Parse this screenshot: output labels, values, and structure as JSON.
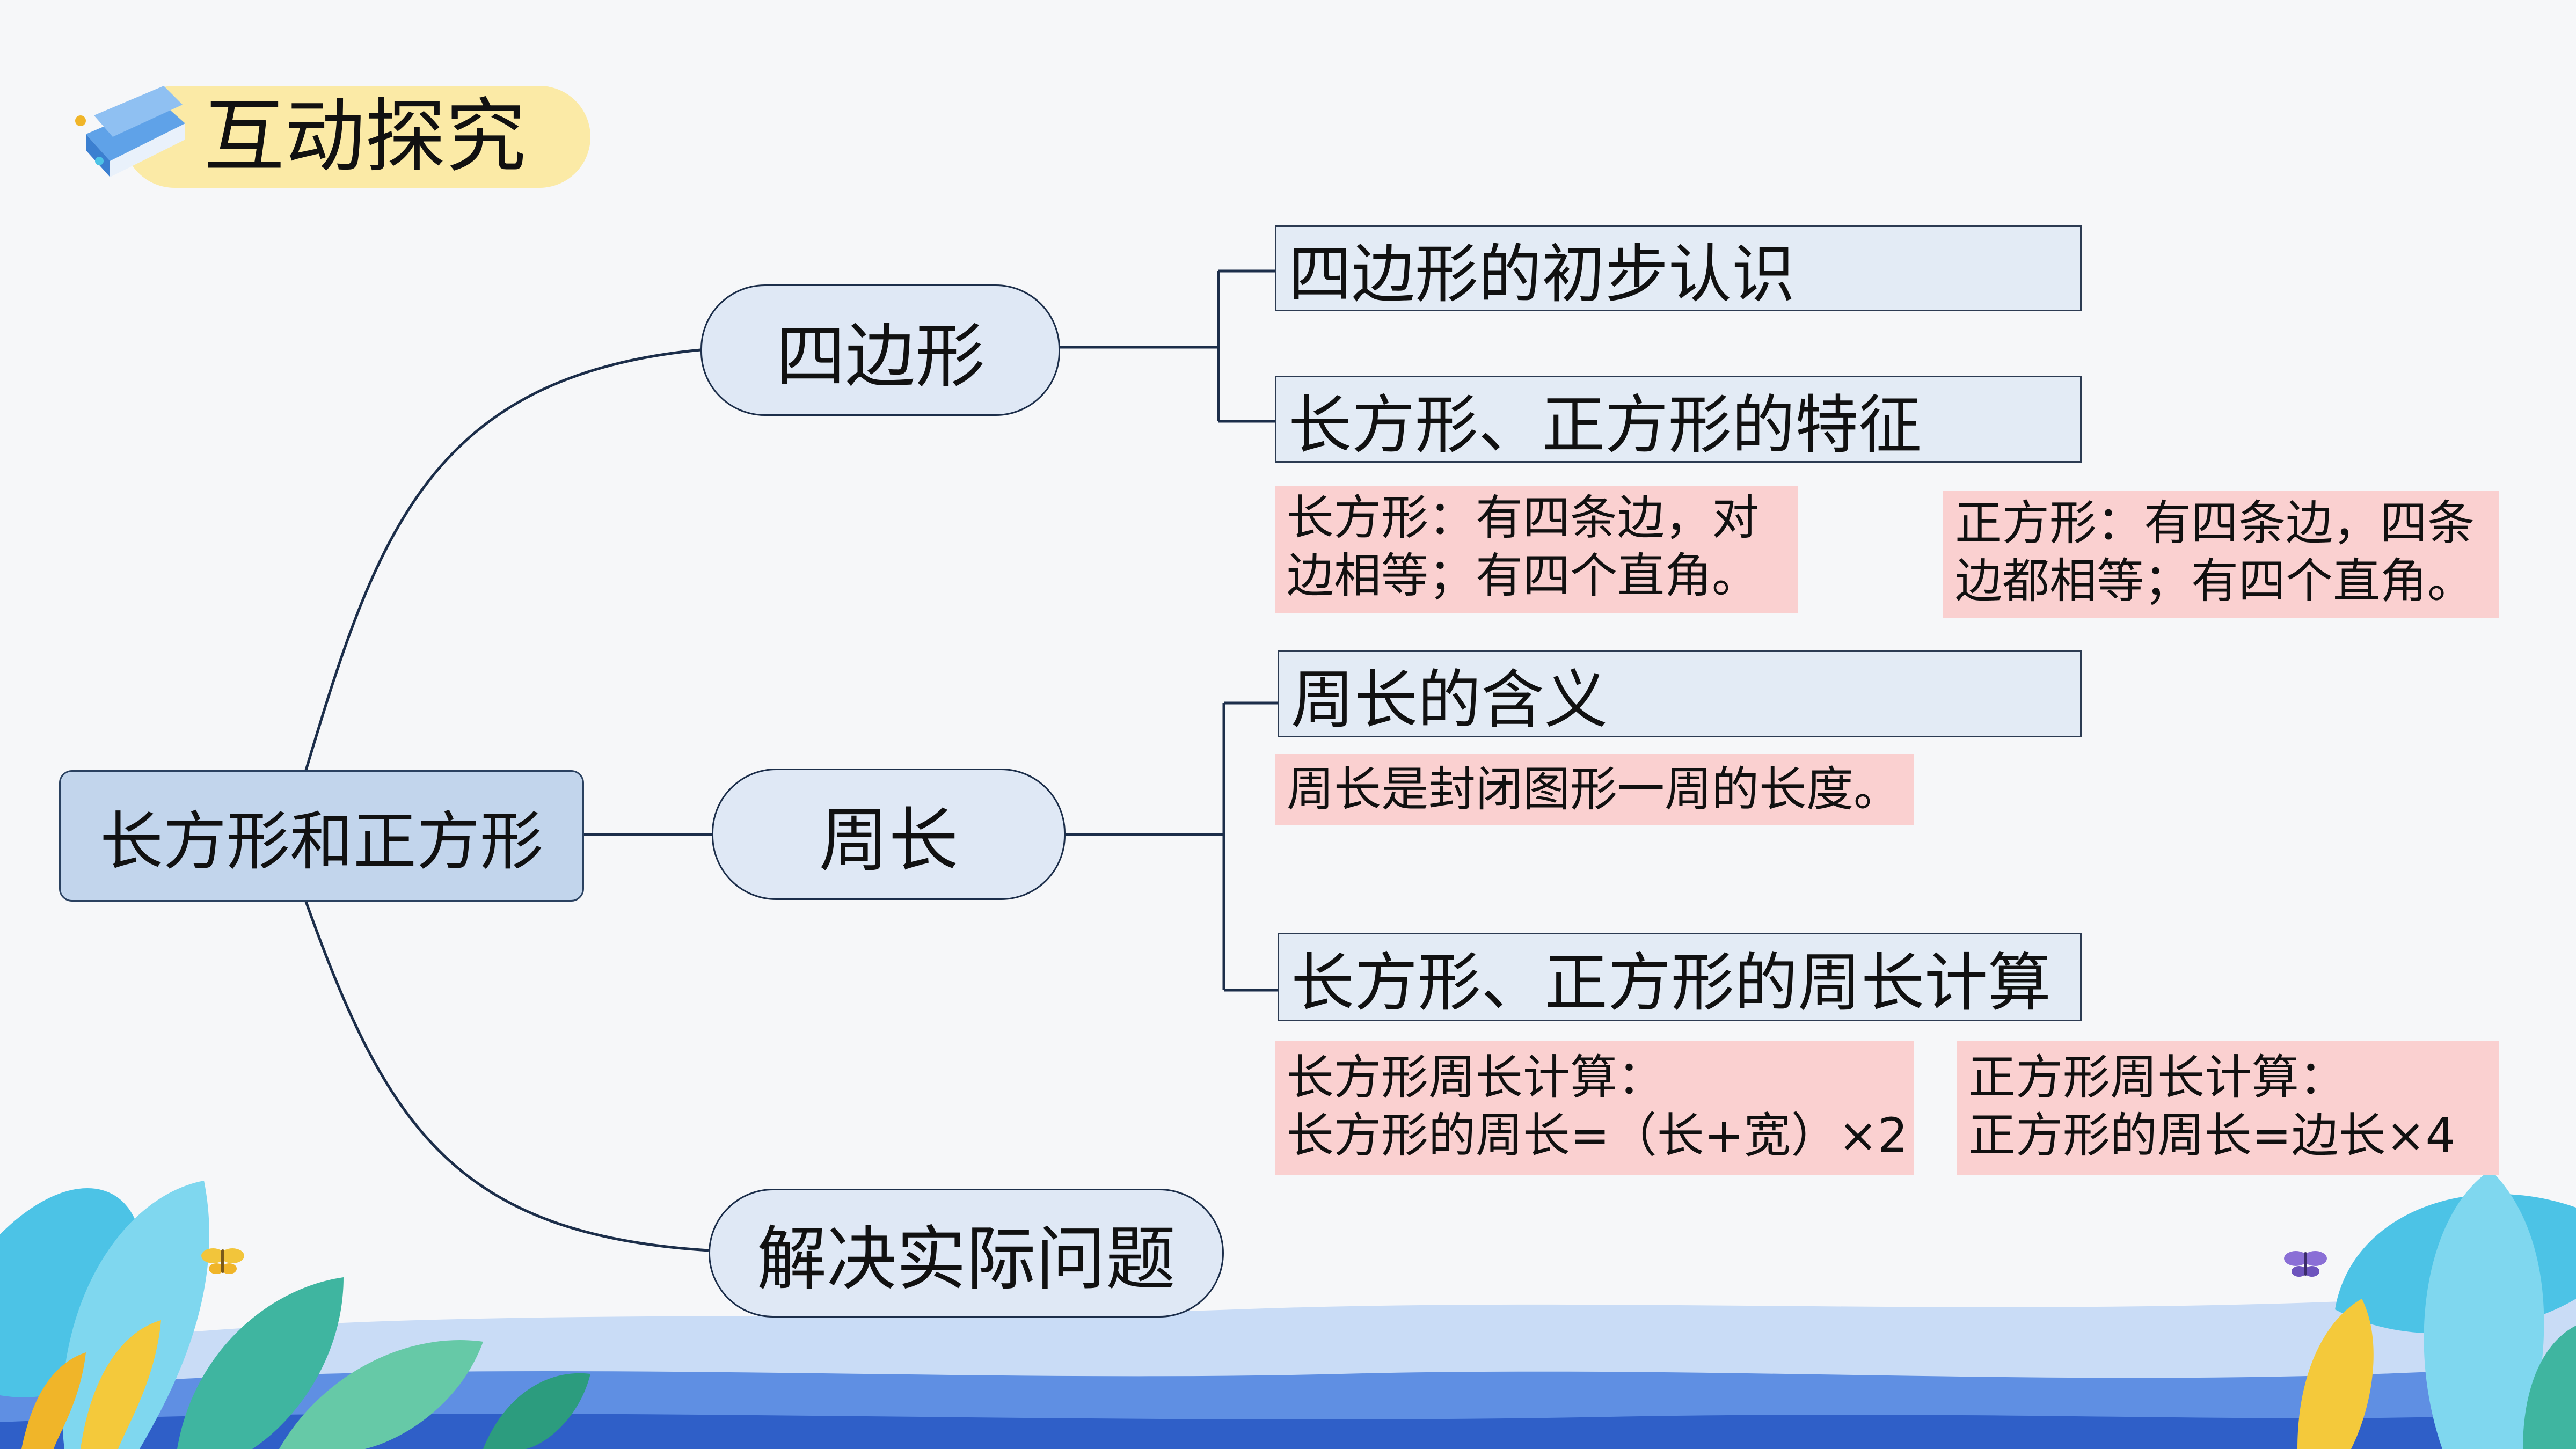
{
  "header": {
    "title": "互动探究"
  },
  "mindmap": {
    "root": "长方形和正方形",
    "branches": [
      {
        "label": "四边形",
        "topics": [
          {
            "label": "四边形的初步认识"
          },
          {
            "label": "长方形、正方形的特征",
            "notes": [
              [
                "长方形：有四条边，对",
                "边相等；有四个直角。"
              ],
              [
                "正方形：有四条边，四条",
                "边都相等；有四个直角。"
              ]
            ]
          }
        ]
      },
      {
        "label": "周长",
        "topics": [
          {
            "label": "周长的含义",
            "notes": [
              [
                "周长是封闭图形一周的长度。"
              ]
            ]
          },
          {
            "label": "长方形、正方形的周长计算",
            "notes": [
              [
                "长方形周长计算：",
                "长方形的周长=（长+宽）×2"
              ],
              [
                "正方形周长计算：",
                "正方形的周长=边长×4"
              ]
            ]
          }
        ]
      },
      {
        "label": "解决实际问题"
      }
    ]
  },
  "colors": {
    "background": "#f6f7f9",
    "node_fill": "#dfe8f5",
    "root_fill": "#c2d5ec",
    "note_fill": "#fad0d0",
    "line": "#1c2e4a",
    "title_pill": "#fbeaa6"
  },
  "icons": [
    "book-icon",
    "butterfly-icon",
    "leaf-decoration"
  ]
}
